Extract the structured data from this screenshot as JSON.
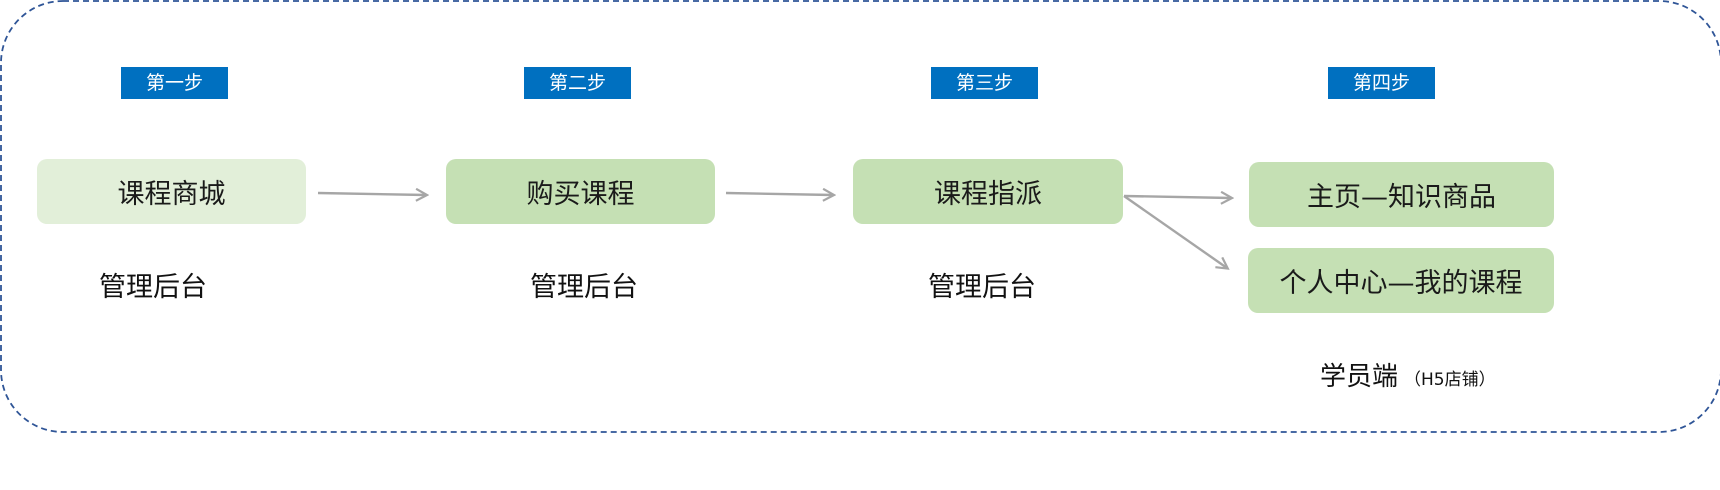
{
  "steps": [
    {
      "badge": "第一步",
      "node": "课程商城",
      "caption": "管理后台"
    },
    {
      "badge": "第二步",
      "node": "购买课程",
      "caption": "管理后台"
    },
    {
      "badge": "第三步",
      "node": "课程指派",
      "caption": "管理后台"
    },
    {
      "badge": "第四步",
      "nodes": [
        "主页—知识商品",
        "个人中心—我的课程"
      ]
    }
  ],
  "client": {
    "label": "学员端",
    "sub": "（H5店铺）"
  },
  "colors": {
    "badge_bg": "#0070c0",
    "node_bg": "#c5e0b4",
    "node_bg_light": "#e2efd9",
    "frame_border": "#2f5597",
    "arrow": "#a6a6a6"
  }
}
